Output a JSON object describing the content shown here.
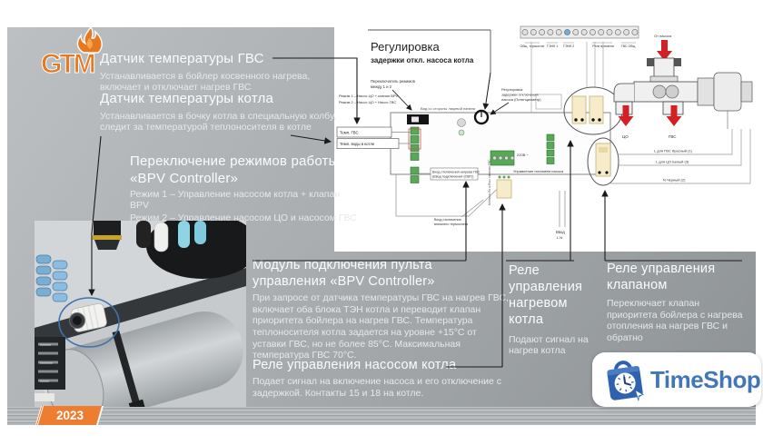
{
  "colors": {
    "accent_orange": "#ed7d31",
    "brand_blue": "#4176b8",
    "arrow_red": "#d32025",
    "terminal_green": "#58a858",
    "slide_gray": "#a9adaf"
  },
  "logo": {
    "text": "GTM"
  },
  "year_badge": "2023",
  "callouts": {
    "dhw_sensor": {
      "title": "Датчик температуры ГВС",
      "body": "Устанавливается в бойлер косвенного нагрева, включает и отключает нагрев ГВС"
    },
    "boiler_sensor": {
      "title": "Датчик температуры котла",
      "body": "Устанавливается в бочку котла  в специальную колбу, следит за температурой  теплоносителя в котле"
    },
    "mode_switch": {
      "title_line1": "Переключение режимов работы",
      "title_line2": "«BPV Controller»",
      "mode1": "Режим 1 – Управление насосом котла + клапан BPV",
      "mode2": "Режим 2 – Управление насосом ЦО и насосом ГВС"
    },
    "control_module": {
      "title_line1": "Модуль подключения пульта",
      "title_line2": "управления «BPV Controller»",
      "body": "При запросе от датчика температуры ГВС на нагрев ГВС, включает оба блока ТЭН котла и переводит клапан приоритета  бойлера на нагрев ГВС. Температура теплоносителя котла  задается на уровне +15°С от уставки ГВС, но не более 85°С. Максимальная температура ГВС 70°С."
    },
    "pump_relay": {
      "title": "Реле управления насосом котла",
      "body": "Подает сигнал на включение насоса и его отключение с задержкой. Контакты 15 и 18 на котле."
    },
    "heat_relay": {
      "title": "Реле управления нагревом котла",
      "body": "Подают сигнал на нагрев котла"
    },
    "valve_relay": {
      "title": "Реле управления клапаном",
      "body": "Переключает клапан приоритета бойлера с нагрева отопления на нагрев ГВС и обратно"
    }
  },
  "diagram": {
    "adjust": {
      "title": "Регулировка",
      "subtitle": "задержки откл.  насоса котла"
    },
    "board_note": "Вид со стороны лицевой панели",
    "mode_switch_label1": "Переключатель режимов",
    "mode_switch_label2": "между 1 и 2",
    "mode1": "Режим 1 – Насос ЦО + клапан BPV",
    "mode2": "Режим 2 – Насос ЦО + Насос ГВС",
    "temp_dhw": "Темп. ГВС",
    "temp_boiler": "Темп. воды в котле",
    "pot_label1": "Регулировка",
    "pot_label2": "задержки отключения",
    "pot_label3": "насоса (Потенциометр)",
    "pump_power": "Управление питанием насоса",
    "dhw_input1": "Вход отключения нагрева ГВС",
    "dhw_input2": "(Ввод подключения (ОВТ))",
    "ext_thermostat1": "Вход отключения",
    "ext_thermostat2": "внешнего термостата",
    "side_note": "Клеммы Вх и Вых питания ГВС",
    "power_220": "220В ~",
    "inlet": "Ввод",
    "inlet_ln": "L  N",
    "wire_dhw": "L для ГВС Красный (1)",
    "wire_co": "L для ЦО Белый (3)",
    "wire_n": "N Черный (2)",
    "valve_from_pump": "От насоса",
    "valve_out_co": "ЦО",
    "valve_out_dhw": "ГВС",
    "terminals": [
      "Общ. термостат",
      "ТЭНб 1",
      "ТЭНб 2",
      "Реле времени",
      "ГВС Общ."
    ]
  },
  "footer_logo": {
    "brand": "TimeShop"
  }
}
